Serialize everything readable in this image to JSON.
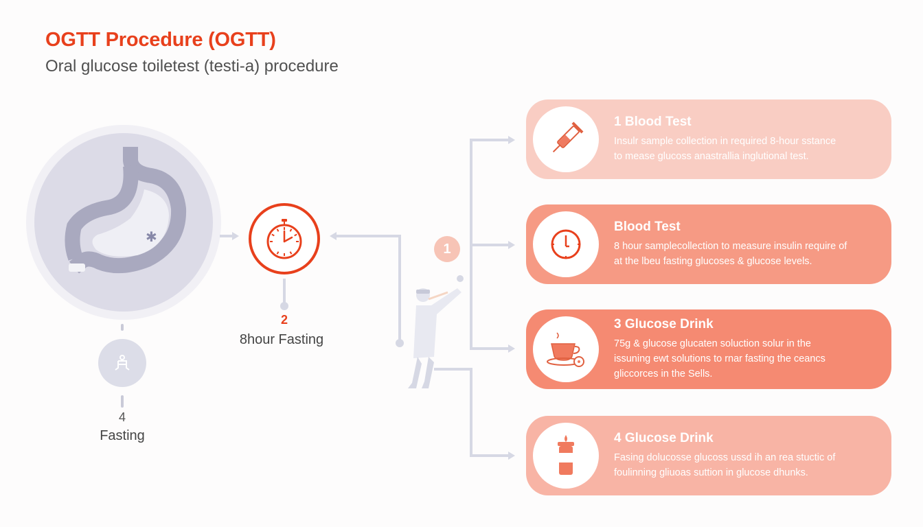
{
  "header": {
    "title": "OGTT Procedure (OGTT)",
    "subtitle": "Oral glucose toiletest (testi-a) procedure"
  },
  "left_flow": {
    "stomach": {
      "icon": "stomach-icon"
    },
    "fasting_node": {
      "icon": "person-icon",
      "number": "4",
      "label": "Fasting"
    },
    "timer_node": {
      "icon": "stopwatch-icon",
      "number": "2",
      "label": "8hour Fasting"
    },
    "center_badge": {
      "number": "1",
      "figure": "doctor-figure"
    }
  },
  "cards": [
    {
      "icon": "syringe-icon",
      "title": "1 Blood Test",
      "desc_line1": "Insulr sample collection in required 8-hour sstance",
      "desc_line2": "to mease glucoss anastrallia inglutional test.",
      "desc_line3": "",
      "color": "#f9cdc3"
    },
    {
      "icon": "clock-icon",
      "title": "Blood Test",
      "desc_line1": "8 hour samplecollection to measure insulin require of",
      "desc_line2": "at the lbeu fasting glucoses & glucose levels.",
      "desc_line3": "",
      "color": "#f69a84"
    },
    {
      "icon": "teacup-icon",
      "title": "3 Glucose Drink",
      "desc_line1": "75g & glucose glucaten soluction solur in the",
      "desc_line2": "issuning ewt solutions to rnar fasting the ceancs",
      "desc_line3": "gliccorces in the Sells.",
      "color": "#f58a72"
    },
    {
      "icon": "drink-bottle-icon",
      "title": "4 Glucose Drink",
      "desc_line1": "Fasing dolucosse glucoss ussd ih an rea stuctic of",
      "desc_line2": "foulinning gliuoas suttion in glucose dhunks.",
      "desc_line3": "",
      "color": "#f8b4a5"
    }
  ],
  "colors": {
    "accent": "#e8401c",
    "connector": "#d6d8e4",
    "stomach_bg": "#dcdbe7"
  }
}
